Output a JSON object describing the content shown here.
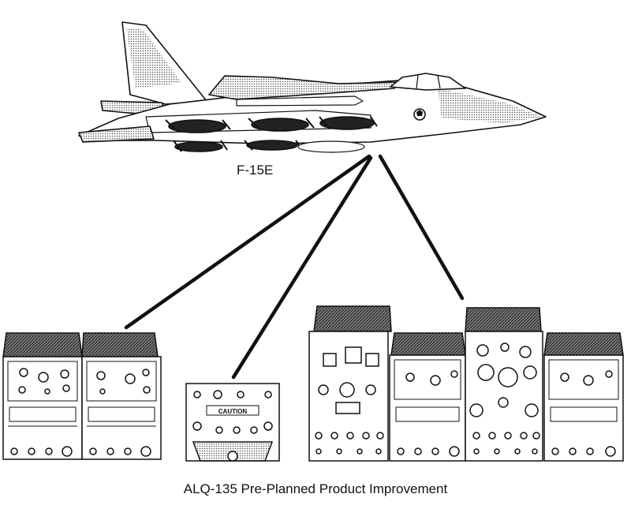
{
  "aircraft": {
    "label": "F-15E"
  },
  "control_panel": {
    "warning_label": "CAUTION"
  },
  "caption": "ALQ-135 Pre-Planned Product Improvement",
  "colors": {
    "ink": "#111111",
    "shade": "#9a9a9a",
    "background": "#ffffff"
  }
}
